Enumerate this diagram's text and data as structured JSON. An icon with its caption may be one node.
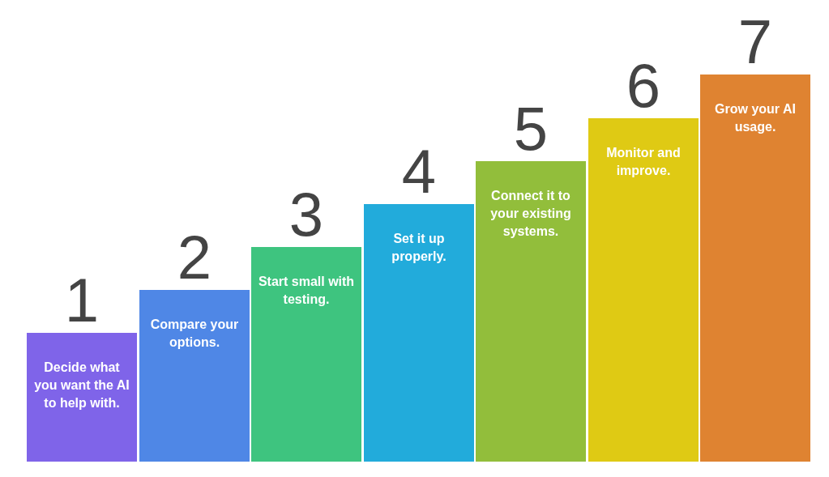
{
  "diagram": {
    "nodes": [
      {
        "text": [
          "1",
          "Decide what you want the AI to help with."
        ]
      },
      {
        "text": [
          "2",
          "Compare your options."
        ]
      },
      {
        "text": [
          "3",
          "Start small with testing."
        ]
      },
      {
        "text": [
          "4",
          "Set it up properly."
        ]
      },
      {
        "text": [
          "5",
          "Connect it to your existing systems."
        ]
      },
      {
        "text": [
          "6",
          "Monitor and improve."
        ]
      },
      {
        "text": [
          "7",
          "Grow your AI usage."
        ]
      }
    ]
  }
}
